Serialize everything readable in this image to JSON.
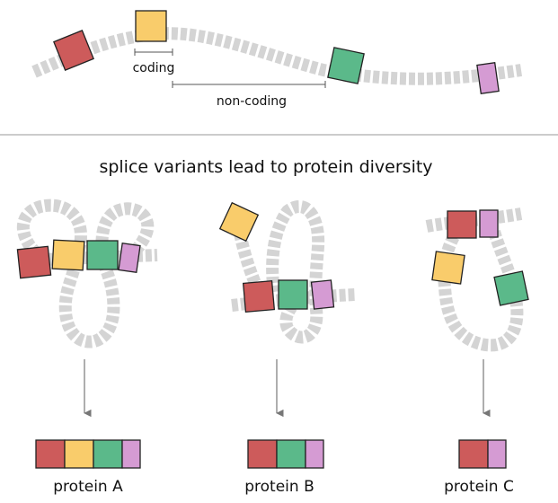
{
  "top": {
    "coding_label": "coding",
    "noncoding_label": "non-coding"
  },
  "heading": "splice variants lead to protein diversity",
  "proteins": [
    {
      "label": "protein A",
      "segments": [
        "red",
        "yellow",
        "green",
        "purple"
      ]
    },
    {
      "label": "protein B",
      "segments": [
        "red",
        "green",
        "purple"
      ]
    },
    {
      "label": "protein C",
      "segments": [
        "red",
        "purple"
      ]
    }
  ],
  "colors": {
    "red": "#cd5b5b",
    "yellow": "#f9cc6b",
    "green": "#5bb98a",
    "purple": "#d59bd3",
    "strand": "#d4d4d4",
    "divider": "#9a9a9a",
    "arrow": "#777777"
  }
}
